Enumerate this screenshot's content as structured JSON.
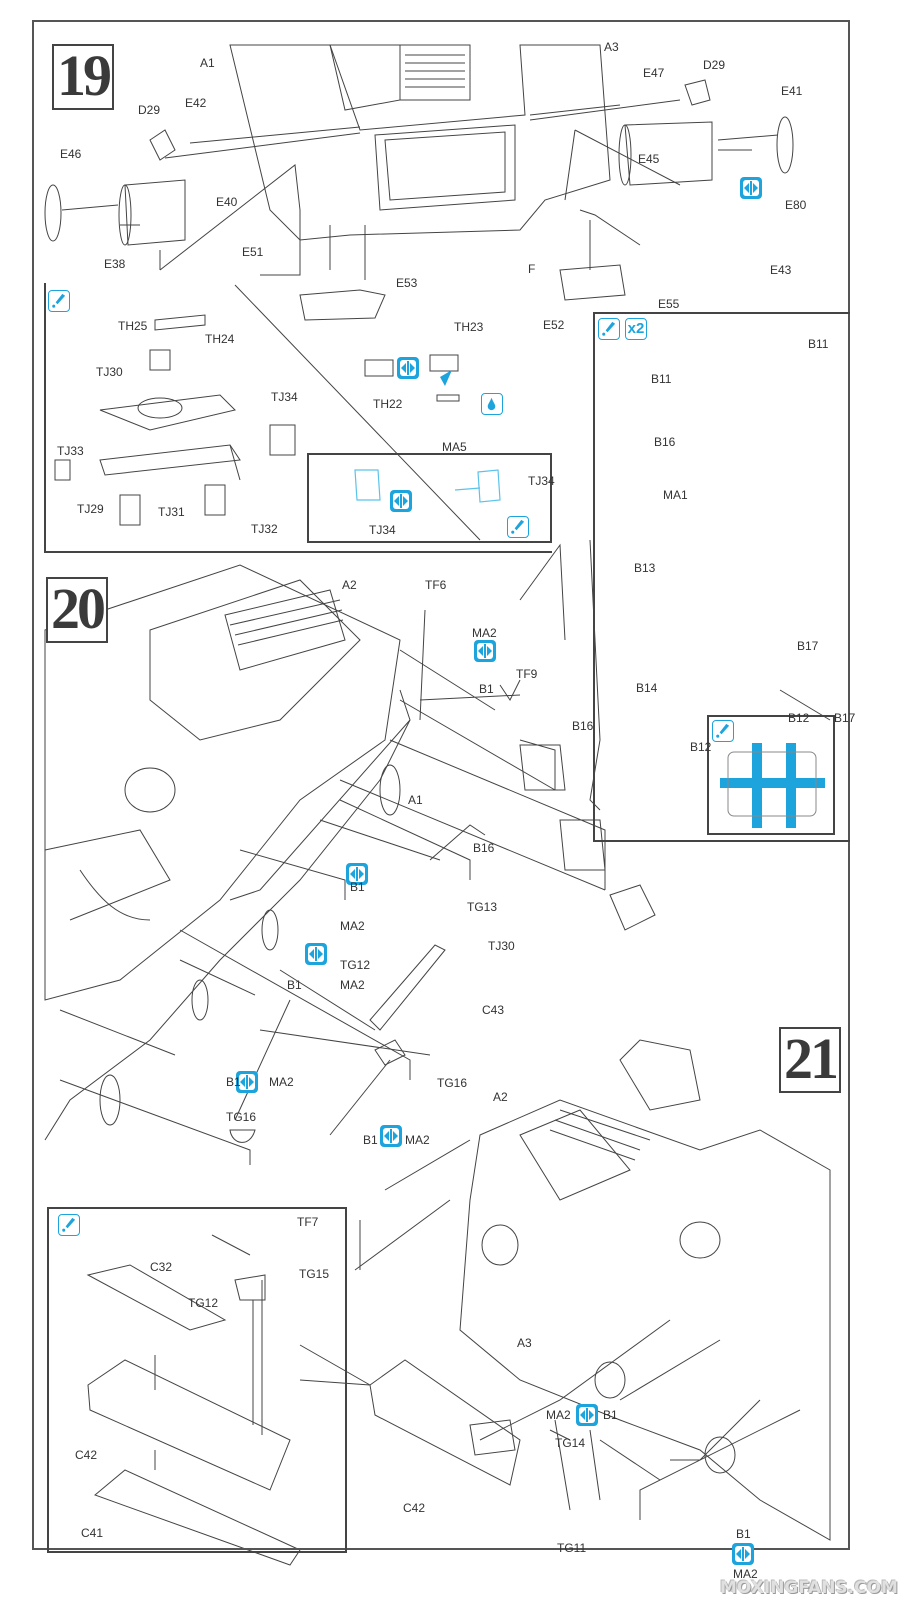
{
  "document": {
    "type": "model kit assembly instructions",
    "accent_color": "#1ea4dd",
    "watermark": "MOXINGFANS.COM"
  },
  "icons": {
    "swap": "choice-icon",
    "glue": "glue-icon",
    "paint_drop": "paint-icon",
    "times_two": "x2"
  },
  "steps": [
    {
      "number": "19",
      "labels": [
        "A1",
        "A3",
        "D29",
        "E42",
        "E47",
        "D29",
        "E41",
        "E46",
        "E40",
        "E45",
        "E80",
        "E38",
        "E43",
        "E51",
        "E53",
        "F",
        "E55",
        "E52",
        "TH25",
        "TH24",
        "TH23",
        "TJ30",
        "TJ34",
        "TH22",
        "MA5",
        "TJ33",
        "TJ29",
        "TJ31",
        "TJ32",
        "TJ34",
        "TJ34"
      ],
      "insets": [
        {
          "name": "turntable-subassembly",
          "icon": "glue",
          "parts": [
            "TH25",
            "TH24",
            "TJ30",
            "TJ34",
            "TJ33",
            "TJ29",
            "TJ31",
            "TJ32"
          ]
        },
        {
          "name": "tj34-options",
          "parts": [
            "TJ34",
            "TJ34"
          ],
          "icons": [
            "swap",
            "glue"
          ]
        },
        {
          "name": "jerrycan-rack",
          "icon": "glue",
          "multiplier": "x2",
          "parts": [
            "B11",
            "B11",
            "B16",
            "MA1",
            "B13",
            "B17",
            "B14",
            "B12"
          ]
        },
        {
          "name": "rack-detail",
          "icon": "glue",
          "parts": [
            "B12",
            "B17"
          ]
        }
      ]
    },
    {
      "number": "20",
      "labels": [
        "A2",
        "TF6",
        "MA2",
        "TF9",
        "B1",
        "B16",
        "A1",
        "B16",
        "B1",
        "MA2",
        "TG13",
        "TG12",
        "TJ30",
        "B1",
        "MA2",
        "C43",
        "B1",
        "MA2",
        "TG16",
        "TG16"
      ]
    },
    {
      "number": "21",
      "labels": [
        "A2",
        "B1",
        "MA2",
        "TF7",
        "TG15",
        "C32",
        "TG12",
        "A3",
        "C42",
        "C41",
        "C42",
        "MA2",
        "B1",
        "TG14",
        "TG11",
        "B1",
        "MA2"
      ],
      "insets": [
        {
          "name": "stowage-box",
          "icon": "glue",
          "parts": [
            "C32",
            "TG15",
            "TG12",
            "C42",
            "C41"
          ]
        }
      ]
    }
  ],
  "text": {
    "s19_A1": "A1",
    "s19_A3": "A3",
    "s19_D29a": "D29",
    "s19_E42": "E42",
    "s19_E47": "E47",
    "s19_D29b": "D29",
    "s19_E41": "E41",
    "s19_E46": "E46",
    "s19_E40": "E40",
    "s19_E45": "E45",
    "s19_E80": "E80",
    "s19_E38": "E38",
    "s19_E43": "E43",
    "s19_E51": "E51",
    "s19_E53": "E53",
    "s19_F": "F",
    "s19_E55": "E55",
    "s19_E52": "E52",
    "s19_TH25": "TH25",
    "s19_TH24": "TH24",
    "s19_TH23": "TH23",
    "s19_TJ30": "TJ30",
    "s19_TJ34": "TJ34",
    "s19_TH22": "TH22",
    "s19_MA5": "MA5",
    "s19_TJ33": "TJ33",
    "s19_TJ29": "TJ29",
    "s19_TJ31": "TJ31",
    "s19_TJ32": "TJ32",
    "s19_TJ34b": "TJ34",
    "s19_TJ34c": "TJ34",
    "s19_B11a": "B11",
    "s19_B11b": "B11",
    "s19_B16": "B16",
    "s19_MA1": "MA1",
    "s19_B13": "B13",
    "s19_B17": "B17",
    "s19_B14": "B14",
    "s19_B12": "B12",
    "s19_B12b": "B12",
    "s19_B17b": "B17",
    "s19_x2": "x2",
    "s20_A2": "A2",
    "s20_TF6": "TF6",
    "s20_MA2a": "MA2",
    "s20_TF9": "TF9",
    "s20_B1a": "B1",
    "s20_B16a": "B16",
    "s20_A1": "A1",
    "s20_B16b": "B16",
    "s20_B1b": "B1",
    "s20_MA2b": "MA2",
    "s20_TG13": "TG13",
    "s20_TG12": "TG12",
    "s20_TJ30": "TJ30",
    "s20_B1c": "B1",
    "s20_MA2c": "MA2",
    "s20_C43": "C43",
    "s20_B1d": "B1",
    "s20_MA2d": "MA2",
    "s20_TG16a": "TG16",
    "s20_TG16b": "TG16",
    "s21_A2": "A2",
    "s21_B1a": "B1",
    "s21_MA2a": "MA2",
    "s21_TF7": "TF7",
    "s21_TG15": "TG15",
    "s21_C32": "C32",
    "s21_TG12": "TG12",
    "s21_A3": "A3",
    "s21_C42a": "C42",
    "s21_C41": "C41",
    "s21_C42b": "C42",
    "s21_MA2b": "MA2",
    "s21_B1b": "B1",
    "s21_TG14": "TG14",
    "s21_TG11": "TG11",
    "s21_B1c": "B1",
    "s21_MA2c": "MA2"
  }
}
